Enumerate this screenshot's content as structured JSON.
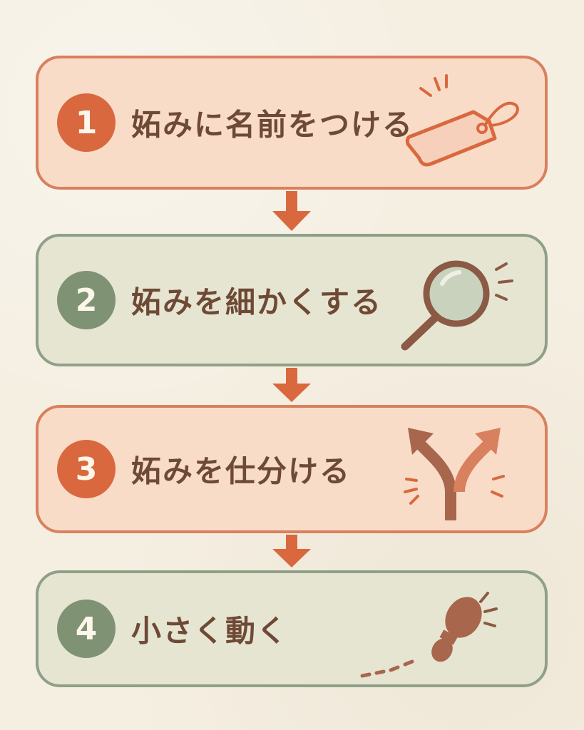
{
  "steps": [
    {
      "number": "1",
      "label": "妬みに名前をつける",
      "icon": "price-tag-icon",
      "theme": "orange"
    },
    {
      "number": "2",
      "label": "妬みを細かくする",
      "icon": "magnifying-glass-icon",
      "theme": "green"
    },
    {
      "number": "3",
      "label": "妬みを仕分ける",
      "icon": "fork-arrow-icon",
      "theme": "orange"
    },
    {
      "number": "4",
      "label": "小さく動く",
      "icon": "footprint-icon",
      "theme": "green"
    }
  ],
  "colors": {
    "background": "#f5efe2",
    "orange_fill": "#f8dcc8",
    "orange_border": "#d9805e",
    "orange_accent": "#d9683f",
    "green_fill": "#e6e5d2",
    "green_border": "#8fa088",
    "green_accent": "#7f9274",
    "text": "#6e4a36",
    "icon_brown": "#8a5a45"
  }
}
